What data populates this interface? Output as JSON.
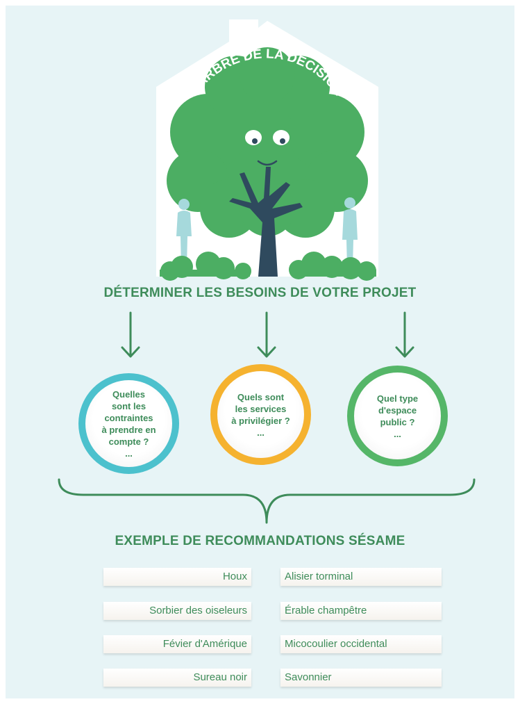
{
  "tree_title": "L'ARBRE DE LA DÉCISION",
  "heading_needs": "DÉTERMINER LES BESOINS DE VOTRE PROJET",
  "questions": [
    {
      "lines": [
        "Quelles",
        "sont les",
        "contraintes",
        "à prendre en",
        "compte ?",
        "..."
      ],
      "color": "#4cc1cd"
    },
    {
      "lines": [
        "Quels sont",
        "les services",
        "à privilégier ?",
        "..."
      ],
      "color": "#f5b22f"
    },
    {
      "lines": [
        "Quel type",
        "d'espace",
        "public ?",
        "..."
      ],
      "color": "#55b668"
    }
  ],
  "heading_recommendations": "EXEMPLE DE RECOMMANDATIONS SÉSAME",
  "recommendations": {
    "left": [
      "Houx",
      "Sorbier des oiseleurs",
      "Févier d'Amérique",
      "Sureau noir"
    ],
    "right": [
      "Alisier torminal",
      "Érable champêtre",
      "Micocoulier occidental",
      "Savonnier"
    ]
  },
  "colors": {
    "title_green": "#3e8c5a",
    "tree_green": "#4cae63",
    "trunk": "#2f4a5e",
    "background": "#e7f4f6"
  }
}
